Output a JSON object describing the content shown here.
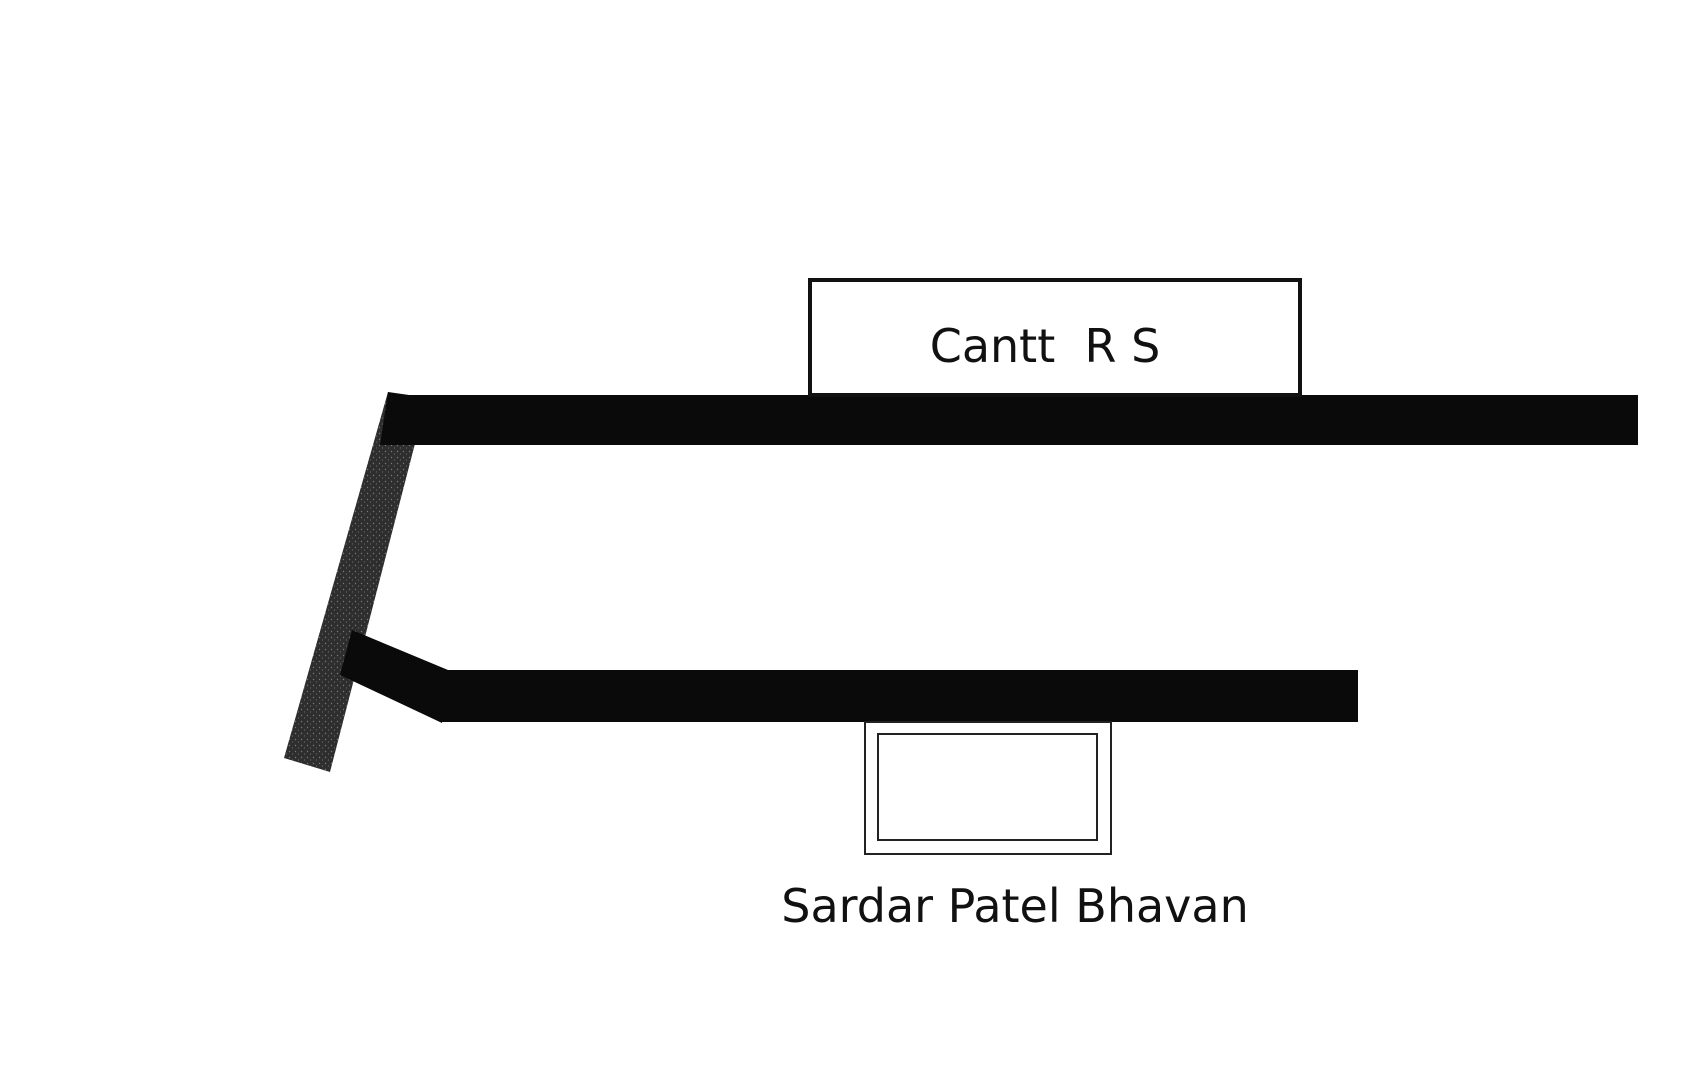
{
  "map": {
    "landmarks": [
      {
        "id": "cantt-rs",
        "label": "Cantt  R S"
      },
      {
        "id": "sardar-patel-bhavan",
        "label": "Sardar Patel Bhavan"
      }
    ],
    "colors": {
      "road": "#0a0a0a",
      "side_road": "#3a3a3a",
      "outline": "#111111",
      "background": "#ffffff"
    }
  }
}
